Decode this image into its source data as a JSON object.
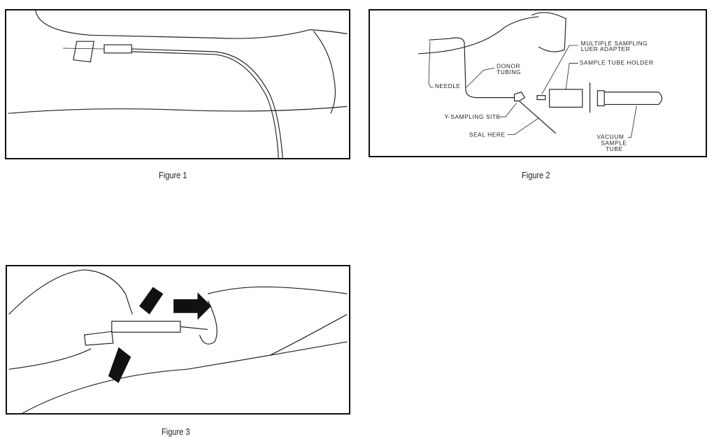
{
  "figures": [
    {
      "caption": "Figure 1"
    },
    {
      "caption": "Figure 2",
      "labels": {
        "needle": "NEEDLE",
        "donor_tubing_1": "DONOR",
        "donor_tubing_2": "TUBING",
        "luer_1": "MULTIPLE SAMPLING",
        "luer_2": "LUER ADAPTER",
        "holder": "SAMPLE TUBE HOLDER",
        "y_site": "Y-SAMPLING SITE",
        "seal": "SEAL HERE",
        "vacuum_1": "VACUUM",
        "vacuum_2": "SAMPLE",
        "vacuum_3": "TUBE"
      }
    },
    {
      "caption": "Figure 3"
    }
  ]
}
